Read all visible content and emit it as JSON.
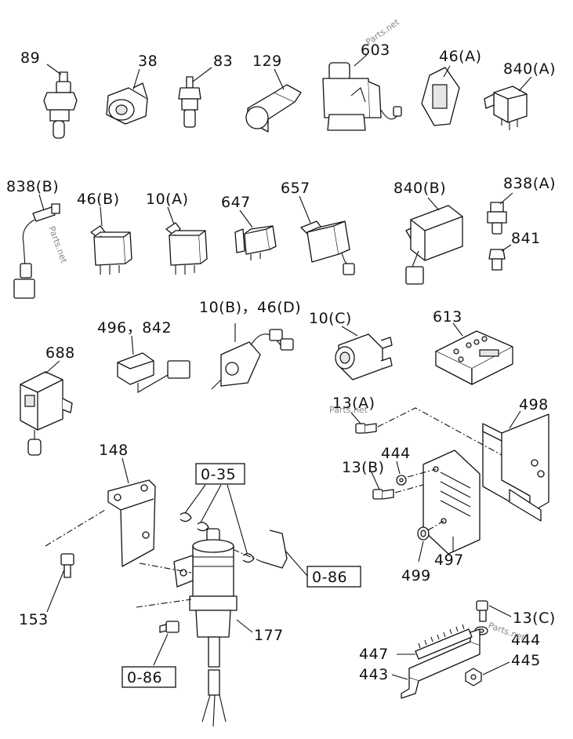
{
  "labels": {
    "p89": "89",
    "p38": "38",
    "p83": "83",
    "p129": "129",
    "p603": "603",
    "p46a": "46(A)",
    "p840a": "840(A)",
    "p838b": "838(B)",
    "p46b": "46(B)",
    "p10a": "10(A)",
    "p647": "647",
    "p657": "657",
    "p840b": "840(B)",
    "p838a": "838(A)",
    "p841": "841",
    "p688": "688",
    "p496_842": "496，842",
    "p10b_46d": "10(B)，46(D)",
    "p10c": "10(C)",
    "p613": "613",
    "p13a": "13(A)",
    "p498": "498",
    "p444": "444",
    "p13b": "13(B)",
    "p148": "148",
    "p035": "0-35",
    "p086_right": "0-86",
    "p499": "499",
    "p497": "497",
    "p153": "153",
    "p177": "177",
    "p086_bottom": "0-86",
    "p13c": "13(C)",
    "p444b": "444",
    "p447": "447",
    "p445": "445",
    "p443": "443"
  },
  "watermarks": {
    "wm1": "Parts.net",
    "wm2": "Parts.net",
    "wm3": "Parts.net",
    "wm4": "Parts.net"
  }
}
